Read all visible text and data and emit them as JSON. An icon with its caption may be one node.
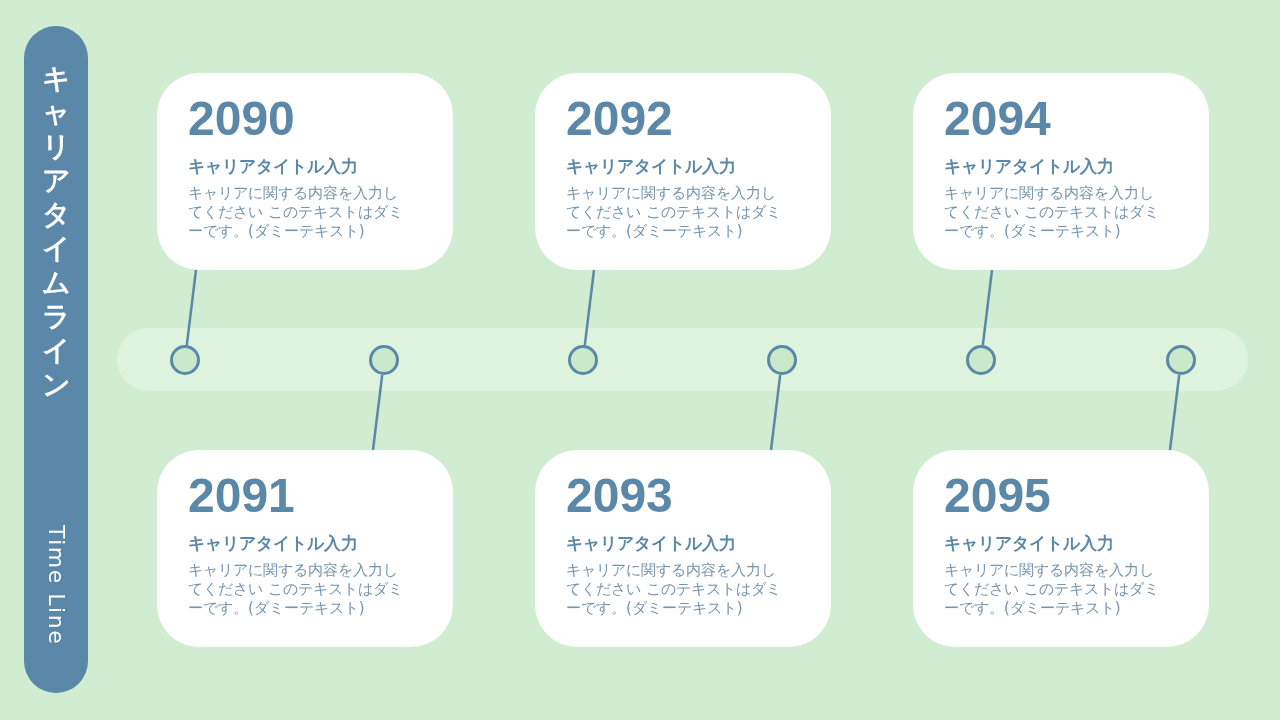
{
  "diagram": {
    "nodes": [
      {
        "text": [
          "キャリアタイムライン",
          "Time Line"
        ]
      },
      {
        "text": [
          "2090",
          "キャリアタイトル入力",
          "キャリアに関する内容を入力してください このテキストはダミーです。(ダミーテキスト)"
        ]
      },
      {
        "text": [
          "2092",
          "キャリアタイトル入力",
          "キャリアに関する内容を入力してください このテキストはダミーです。(ダミーテキスト)"
        ]
      },
      {
        "text": [
          "2094",
          "キャリアタイトル入力",
          "キャリアに関する内容を入力してください このテキストはダミーです。(ダミーテキスト)"
        ]
      },
      {
        "text": [],
        "shape": "circle"
      },
      {
        "text": [],
        "shape": "circle"
      },
      {
        "text": [],
        "shape": "circle"
      },
      {
        "text": [],
        "shape": "circle"
      },
      {
        "text": [],
        "shape": "circle"
      },
      {
        "text": [],
        "shape": "circle"
      },
      {
        "text": [
          "2091",
          "キャリアタイトル入力",
          "キャリアに関する内容を入力してください このテキストはダミーです。(ダミーテキスト)"
        ]
      },
      {
        "text": [
          "2093",
          "キャリアタイトル入力",
          "キャリアに関する内容を入力してください このテキストはダミーです。(ダミーテキスト)"
        ]
      },
      {
        "text": [
          "2095",
          "キャリアタイトル入力",
          "キャリアに関する内容を入力してください このテキストはダミーです。(ダミーテキスト)"
        ]
      }
    ],
    "edges": [
      {
        "from": 1,
        "to": 4,
        "arrow": "none"
      },
      {
        "from": 10,
        "to": 5,
        "arrow": "none"
      },
      {
        "from": 2,
        "to": 6,
        "arrow": "none"
      },
      {
        "from": 11,
        "to": 7,
        "arrow": "none"
      },
      {
        "from": 3,
        "to": 8,
        "arrow": "none"
      },
      {
        "from": 12,
        "to": 9,
        "arrow": "none"
      }
    ]
  }
}
